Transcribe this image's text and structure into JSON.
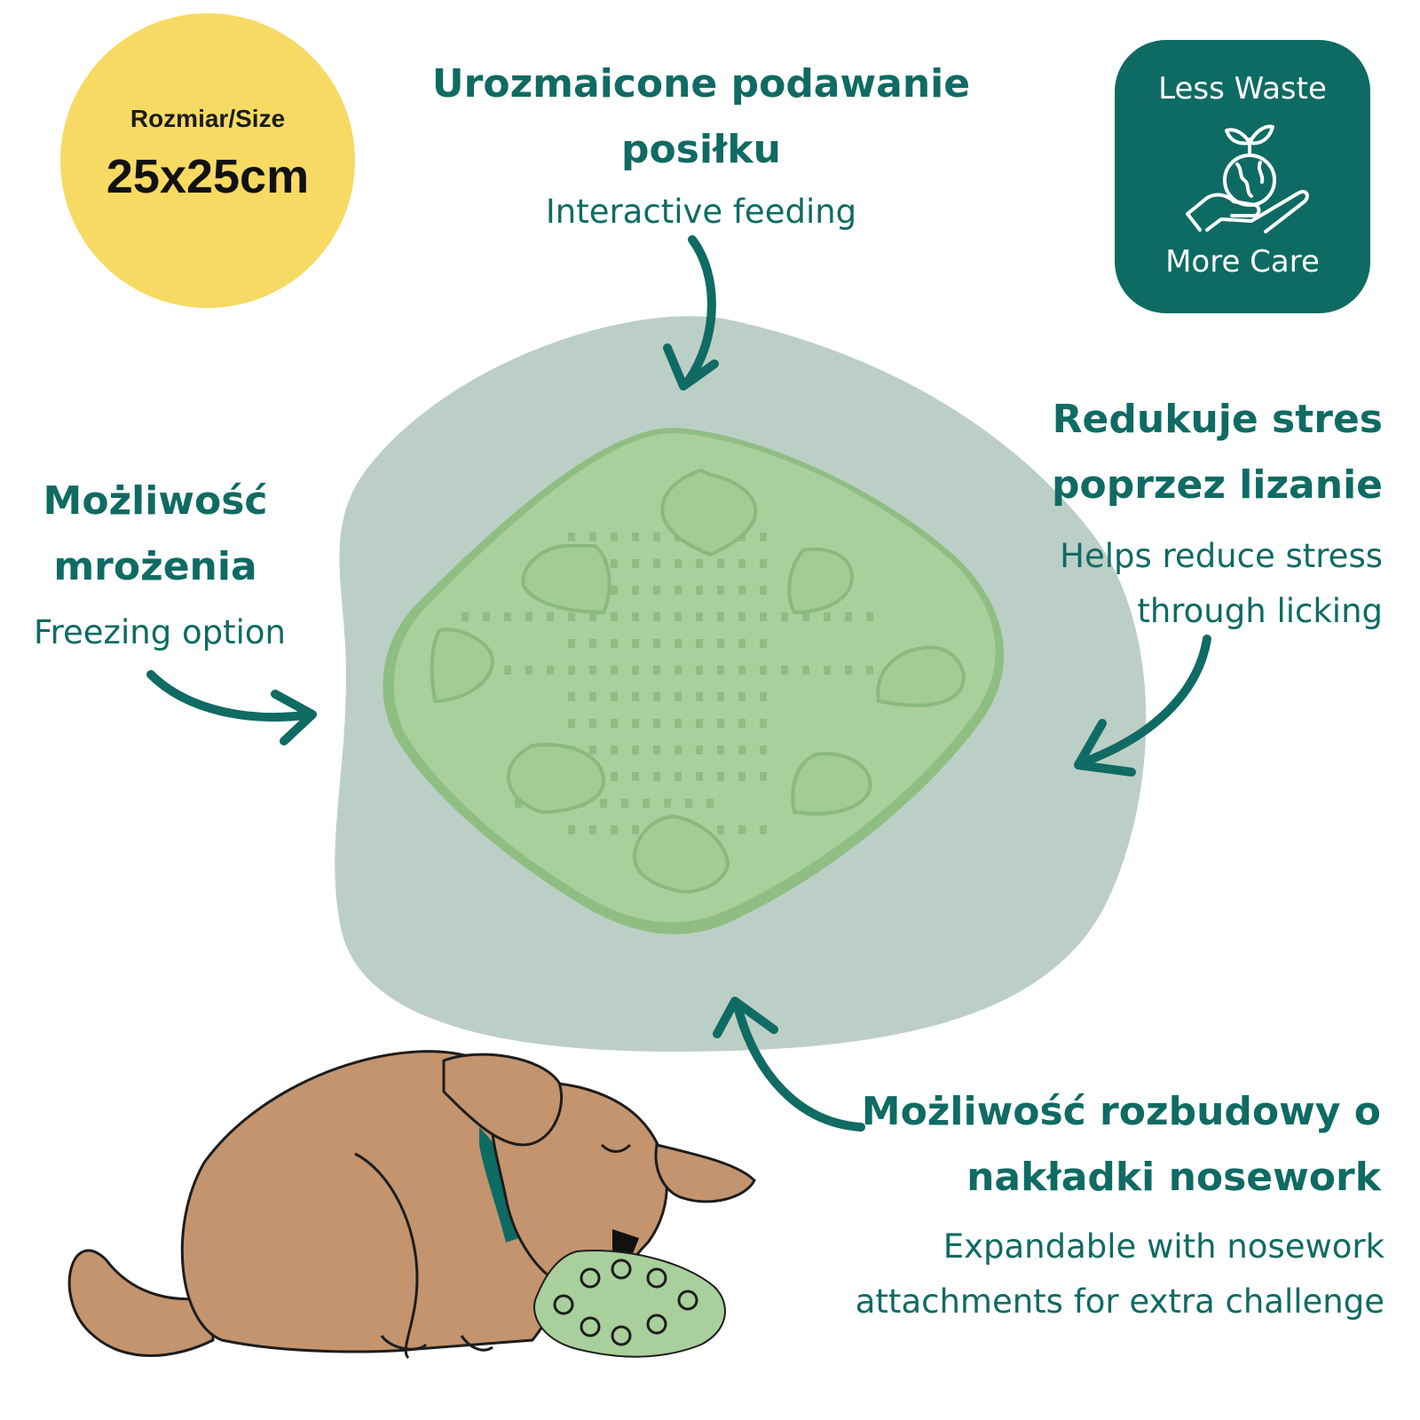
{
  "size_badge": {
    "label": "Rozmiar/Size",
    "value": "25x25cm"
  },
  "eco_badge": {
    "top_text": "Less Waste",
    "bottom_text": "More Care",
    "icon": "hand-holding-globe-sprout-icon"
  },
  "features": {
    "top": {
      "heading_line1": "Urozmaicone podawanie",
      "heading_line2": "posiłku",
      "subtitle": "Interactive feeding"
    },
    "left": {
      "heading_line1": "Możliwość",
      "heading_line2": "mrożenia",
      "subtitle": "Freezing option"
    },
    "right": {
      "heading_line1": "Redukuje stres",
      "heading_line2": "poprzez lizanie",
      "subtitle_line1": "Helps reduce stress",
      "subtitle_line2": "through licking"
    },
    "bottom": {
      "heading_line1": "Możliwość rozbudowy o",
      "heading_line2": "nakładki nosework",
      "subtitle_line1": "Expandable with nosework",
      "subtitle_line2": "attachments for extra challenge"
    }
  },
  "colors": {
    "accent": "#0f6b63",
    "badge_yellow": "#f6da63",
    "blob": "#bccfc7",
    "mat_green": "#a9cf9c",
    "dog_brown": "#c4946e"
  }
}
